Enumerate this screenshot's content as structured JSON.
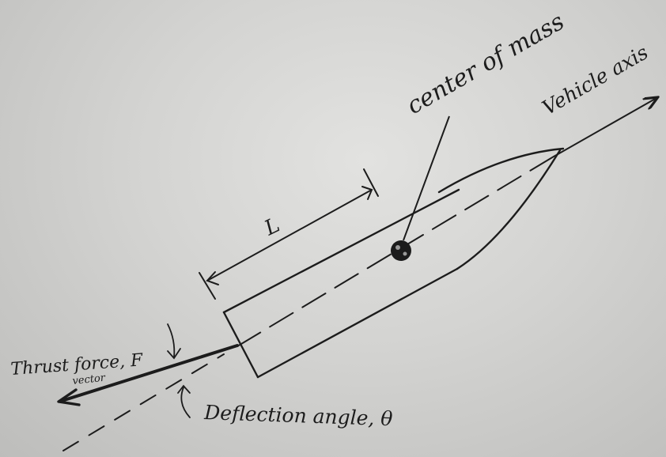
{
  "labels": {
    "center_of_mass": "center of mass",
    "vehicle_axis": "Vehicle axis",
    "length": "L",
    "thrust": "Thrust force, F",
    "thrust_sub": "vector",
    "deflection": "Deflection angle, θ"
  },
  "colors": {
    "ink": "#1c1c1c",
    "paper": "#d6d6d4"
  }
}
